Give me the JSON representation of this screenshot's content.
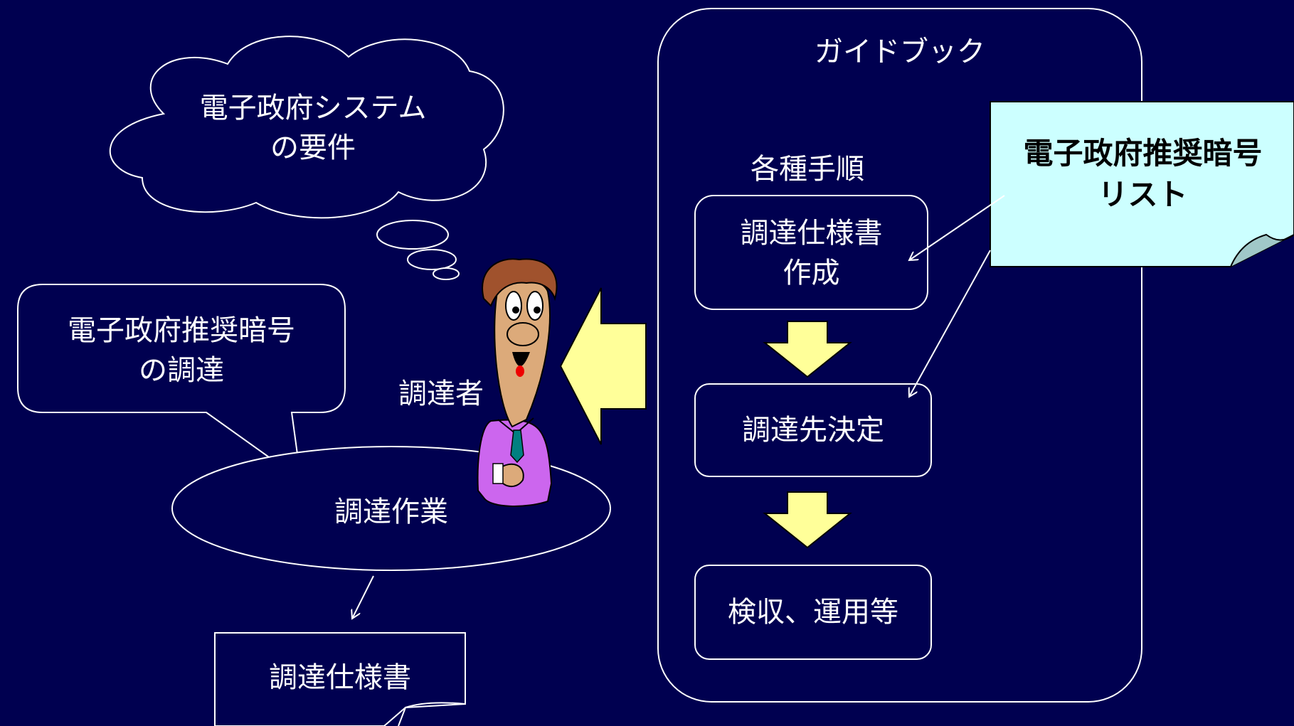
{
  "colors": {
    "background": "#000050",
    "stroke": "#ffffff",
    "arrow_fill": "#ffff99",
    "note_fill": "#ccffff",
    "person_shirt": "#cc66ee",
    "person_skin": "#dcaa7a",
    "person_hair": "#a0522d"
  },
  "thought_cloud": {
    "line1": "電子政府システム",
    "line2": "の要件"
  },
  "speech_bubble": {
    "line1": "電子政府推奨暗号",
    "line2": "の調達"
  },
  "person_label": "調達者",
  "ellipse_label": "調達作業",
  "output_document": "調達仕様書",
  "guidebook": {
    "title": "ガイドブック",
    "section_label": "各種手順",
    "steps": [
      {
        "line1": "調達仕様書",
        "line2": "作成"
      },
      {
        "line1": "調達先決定"
      },
      {
        "line1": "検収、運用等"
      }
    ]
  },
  "note": {
    "line1": "電子政府推奨暗号",
    "line2": "リスト"
  },
  "icons": [
    "person-icon",
    "big-left-arrow",
    "down-arrow"
  ]
}
